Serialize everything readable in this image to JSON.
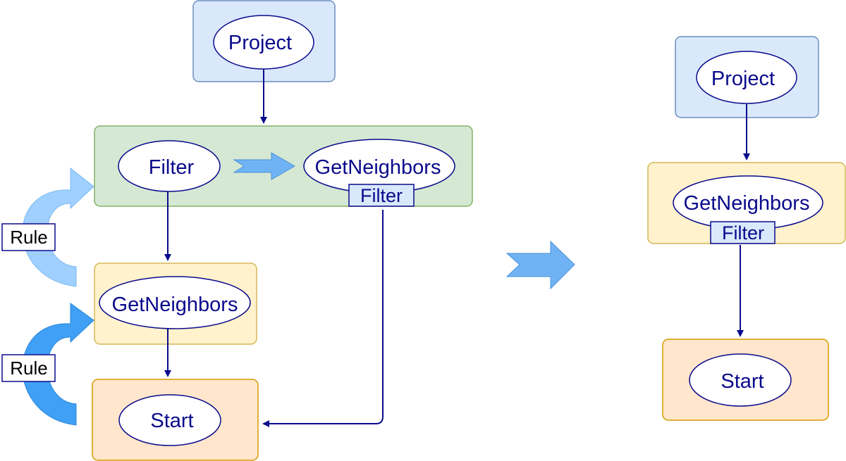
{
  "colors": {
    "ink": "#0a0a8c",
    "blue_box_fill": "#dae8fc",
    "blue_box_stroke": "#6c8ebf",
    "green_box_fill": "#d5e8d4",
    "green_box_stroke": "#82b366",
    "yellow_box_fill": "#fff2cc",
    "yellow_box_stroke": "#d6b656",
    "orange_box_fill": "#ffe6cc",
    "orange_box_stroke": "#d79b00",
    "light_rule_arrow": "#9fd0ff",
    "dark_rule_arrow": "#3fa0f5",
    "transform_arrow": "#6fb3f5"
  },
  "left_plan": {
    "project": "Project",
    "filter": "Filter",
    "get_neighbors_top": "GetNeighbors",
    "get_neighbors_top_tag": "Filter",
    "get_neighbors": "GetNeighbors",
    "start": "Start",
    "rule_top": "Rule",
    "rule_bottom": "Rule"
  },
  "right_plan": {
    "project": "Project",
    "get_neighbors": "GetNeighbors",
    "get_neighbors_tag": "Filter",
    "start": "Start"
  }
}
